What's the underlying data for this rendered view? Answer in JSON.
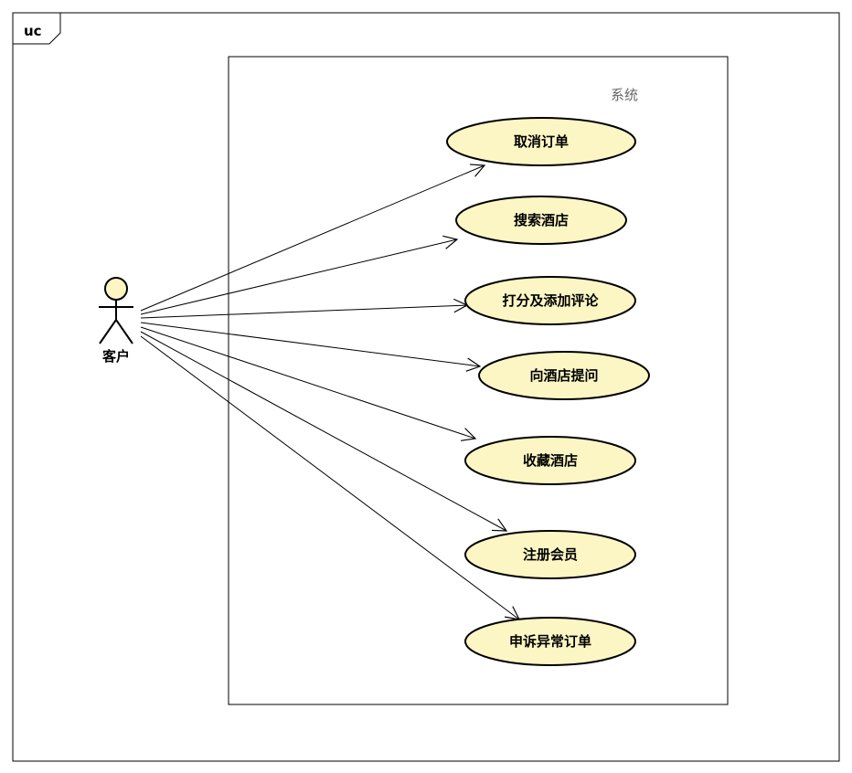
{
  "frame": {
    "tag": "uc"
  },
  "system": {
    "title": "系统"
  },
  "actor": {
    "name": "客户"
  },
  "use_cases": [
    {
      "label": "取消订单"
    },
    {
      "label": "搜索酒店"
    },
    {
      "label": "打分及添加评论"
    },
    {
      "label": "向酒店提问"
    },
    {
      "label": "收藏酒店"
    },
    {
      "label": "注册会员"
    },
    {
      "label": "申诉异常订单"
    }
  ],
  "colors": {
    "use_case_fill": "#FCF6C4",
    "actor_fill": "#FCF6C4",
    "line": "#000000",
    "system_text": "#666666"
  }
}
